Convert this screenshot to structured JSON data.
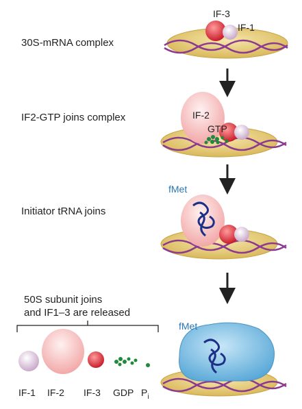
{
  "steps": {
    "s1": "30S-mRNA complex",
    "s2": "IF2-GTP joins complex",
    "s3": "Initiator tRNA joins",
    "s4_line1": "50S subunit joins",
    "s4_line2": "and IF1–3 are released"
  },
  "labels": {
    "if1": "IF-1",
    "if2": "IF-2",
    "if3": "IF-3",
    "gtp": "GTP",
    "fmet": "fMet",
    "gdp": "GDP",
    "pi": "P",
    "pi_sub": "i"
  },
  "released": [
    "IF-1",
    "IF-2",
    "IF-3",
    "GDP"
  ],
  "colors": {
    "ribosome_30s": "#e8cf7a",
    "ribosome_50s": "#8fc9ea",
    "if1": "#e6d0e4",
    "if2": "#f7c9c9",
    "if3": "#e03a44",
    "gtp": "#1f8a3a",
    "mrna": "#8b3a8f",
    "trna": "#1d2f86",
    "arrow": "#222222"
  }
}
